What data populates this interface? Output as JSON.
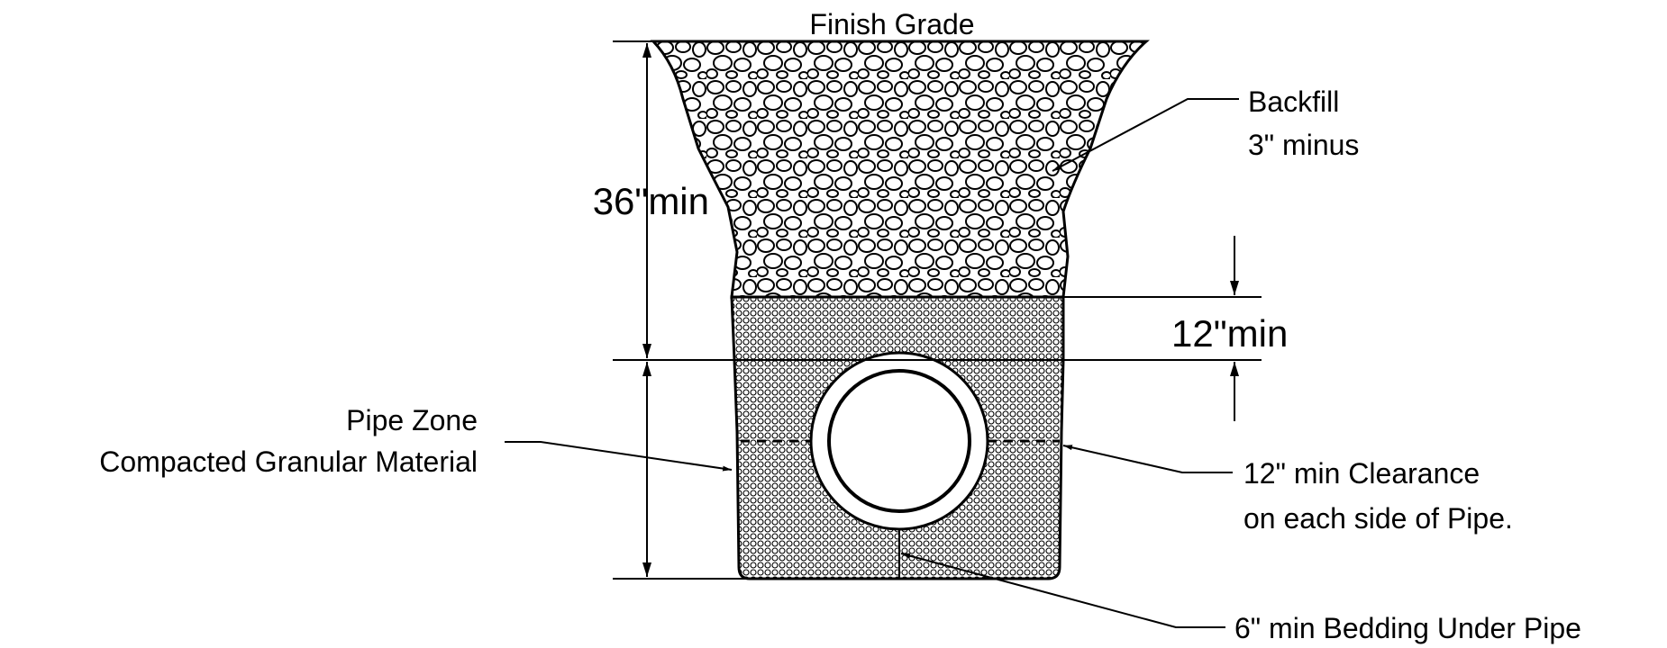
{
  "labels": {
    "finish_grade": "Finish Grade",
    "backfill_line1": "Backfill",
    "backfill_line2": "3\" minus",
    "depth_36": "36\"min",
    "cover_12": "12\"min",
    "pipe_zone_line1": "Pipe Zone",
    "pipe_zone_line2": "Compacted Granular Material",
    "clearance_line1": "12\" min Clearance",
    "clearance_line2": "on each side of Pipe.",
    "bedding": "6\" min Bedding Under Pipe"
  },
  "colors": {
    "ink": "#000000",
    "background": "#ffffff"
  }
}
